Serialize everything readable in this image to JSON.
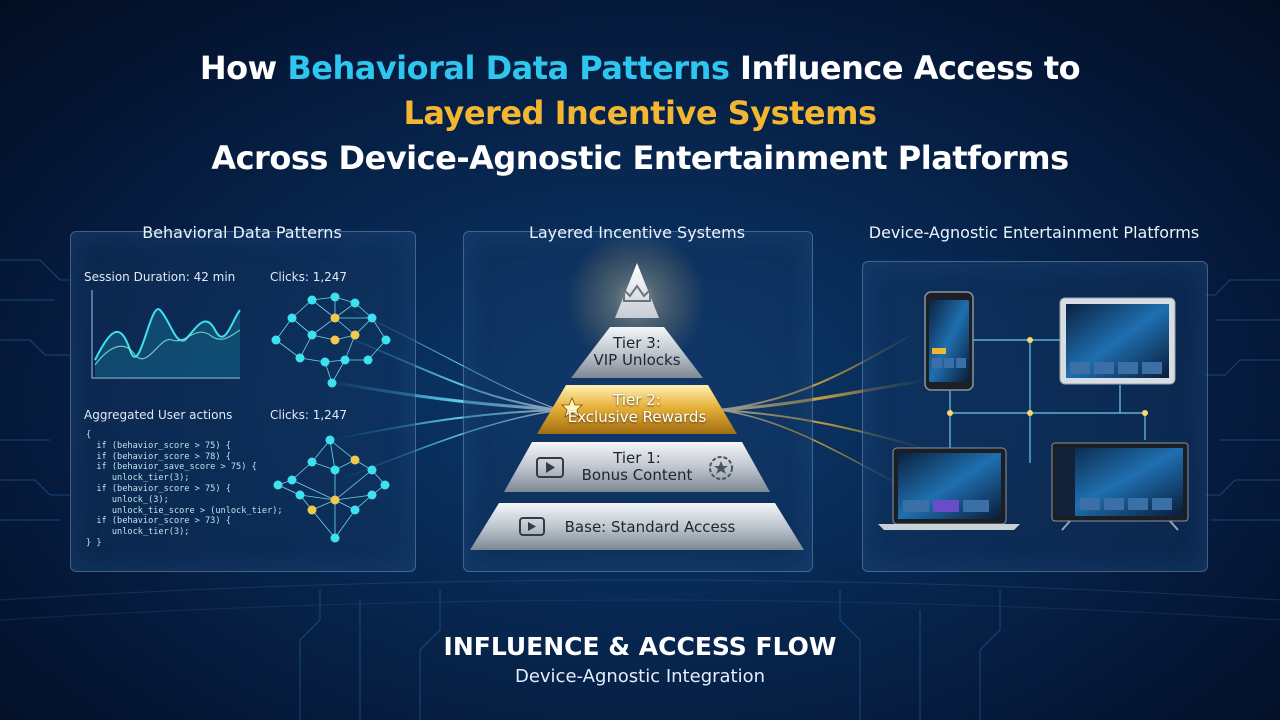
{
  "title": {
    "line1_highlight": "Behavioral Data Patterns",
    "line1_prefix": "How ",
    "line1_suffix": " Influence Access to",
    "line2": "Layered Incentive Systems",
    "line3": "Across Device-Agnostic Entertainment Platforms"
  },
  "left_panel": {
    "title": "Behavioral Data Patterns",
    "session_duration": "Session Duration: 42 min",
    "clicks_top": "Clicks: 1,247",
    "aggregated": "Aggregated User actions",
    "clicks_bottom": "Clicks: 1,247",
    "code_lines": [
      "{",
      "  if (behavior_score > 75) {",
      "  if (behavior_score > 78) {",
      "  if (behavior_save_score > 75) {",
      "     unlock_tier(3);",
      "  if (behavior_score > 75) {",
      "     unlock_(3);",
      "     unlock_tie_score > (unlock_tier);",
      "  if (behavior_score > 73) {",
      "     unlock_tier(3);",
      "} }"
    ]
  },
  "center_panel": {
    "title": "Layered Incentive Systems",
    "tiers": [
      {
        "line1": "Tier 3:",
        "line2": "VIP Unlocks"
      },
      {
        "line1": "Tier 2:",
        "line2": "Exclusive Rewards"
      },
      {
        "line1": "Tier 1:",
        "line2": "Bonus Content"
      },
      {
        "line1": "",
        "line2": "Base: Standard Access"
      }
    ]
  },
  "right_panel": {
    "title": "Device-Agnostic Entertainment Platforms"
  },
  "footer": {
    "heading": "INFLUENCE & ACCESS FLOW",
    "subheading": "Device-Agnostic Integration"
  },
  "colors": {
    "cyan": "#2ec6ef",
    "gold": "#f2b632",
    "background": "#082a55"
  }
}
